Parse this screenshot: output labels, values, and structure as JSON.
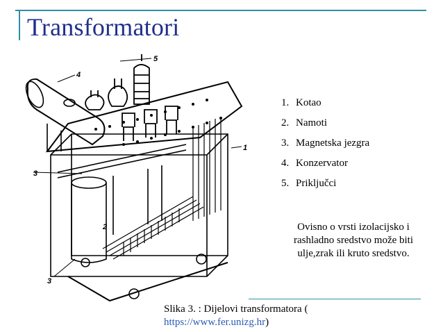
{
  "slide": {
    "title": "Transformatori",
    "parts": [
      {
        "num": "1.",
        "label": "Kotao"
      },
      {
        "num": "2.",
        "label": "Namoti"
      },
      {
        "num": "3.",
        "label": "Magnetska jezgra"
      },
      {
        "num": "4.",
        "label": "Konzervator"
      },
      {
        "num": "5.",
        "label": "Priključci"
      }
    ],
    "note": "Ovisno o vrsti izolacijsko i rashladno sredstvo može biti ulje,zrak ili kruto sredstvo.",
    "caption_text": "Slika 3. : Dijelovi transformatora (",
    "caption_link": "https://www.fer.unizg.hr",
    "caption_end": ")",
    "figure_labels": [
      "1",
      "2",
      "3",
      "4",
      "5",
      "3"
    ]
  },
  "colors": {
    "title": "#1f2f8c",
    "accent_rule": "#2f8ea6",
    "link": "#2b5cb8"
  },
  "icons": {
    "figure": "transformer-drawing"
  }
}
